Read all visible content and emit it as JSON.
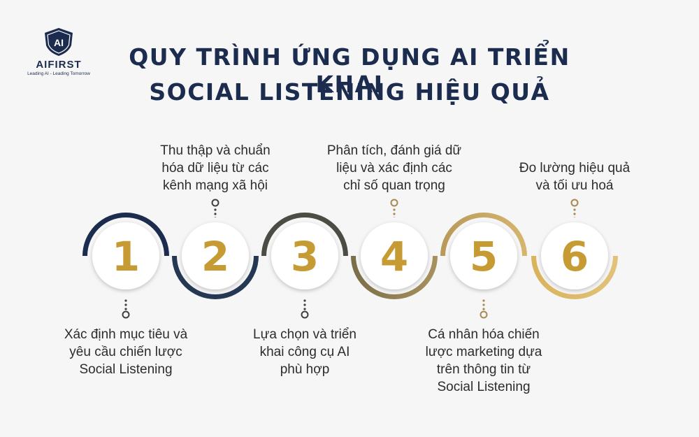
{
  "logo": {
    "name": "AIFIRST",
    "tagline": "Leading AI - Leading Tomorrow",
    "mark": "AI"
  },
  "title": {
    "line1": "QUY TRÌNH ỨNG DỤNG AI TRIỂN KHAI",
    "line2": "SOCIAL LISTENING HIỆU QUẢ"
  },
  "colors": {
    "navy": "#1b2c4f",
    "gold": "#c79b34",
    "steel": "#253853",
    "olive": "#4b4d44",
    "khaki": "#9f8a5a"
  },
  "steps": [
    {
      "number": "1",
      "text": "Xác định mục tiêu và\nyêu cầu chiến lược\nSocial Listening",
      "position": "bottom"
    },
    {
      "number": "2",
      "text": "Thu thập và chuẩn\nhóa dữ liệu từ các\nkênh mạng xã hội",
      "position": "top"
    },
    {
      "number": "3",
      "text": "Lựa chọn và triển\nkhai công cụ AI\nphù hợp",
      "position": "bottom"
    },
    {
      "number": "4",
      "text": "Phân tích, đánh giá dữ\nliệu và xác định các\nchỉ số quan trọng",
      "position": "top"
    },
    {
      "number": "5",
      "text": "Cá nhân hóa chiến\nlược marketing dựa\ntrên thông tin từ\nSocial Listening",
      "position": "bottom"
    },
    {
      "number": "6",
      "text": "Đo lường hiệu quả\nvà tối ưu hoá",
      "position": "top"
    }
  ]
}
